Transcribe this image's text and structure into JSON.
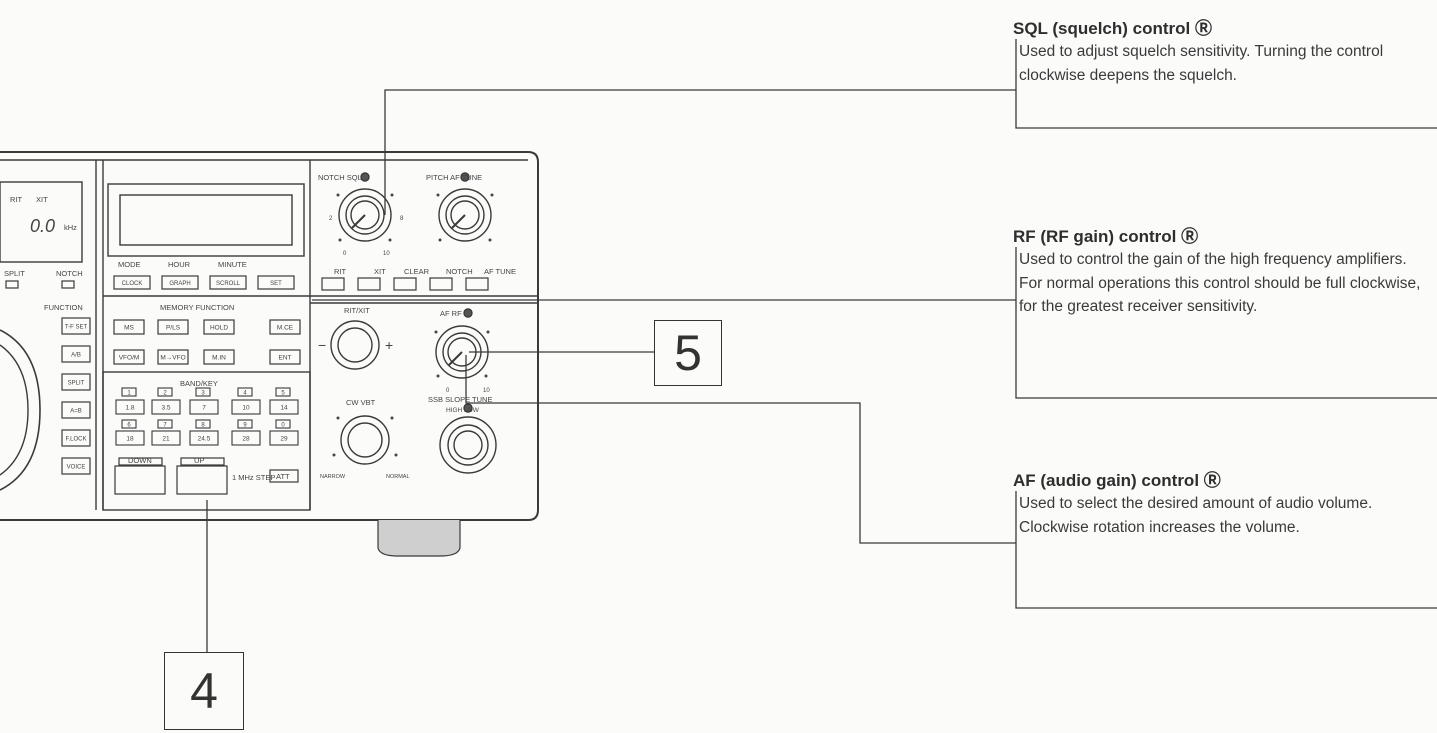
{
  "callouts": {
    "sql": {
      "title": "SQL (squelch) control Ⓡ",
      "body": "Used to adjust squelch sensitivity. Turning the control clockwise deepens the squelch."
    },
    "rf": {
      "title": "RF (RF gain) control Ⓡ",
      "body": "Used to control the gain of the high frequency amplifiers. For normal operations this control should be full clockwise, for the greatest receiver sensitivity."
    },
    "af": {
      "title": "AF (audio gain) control Ⓡ",
      "body": "Used to select the desired amount of audio volume. Clockwise rotation increases the volume."
    }
  },
  "labels": {
    "box4": "4",
    "box5": "5"
  },
  "panel": {
    "display": {
      "rit": "RIT",
      "xit": "XIT",
      "digits": "0.0",
      "khz": "kHz"
    },
    "row_labels": {
      "mode": "MODE",
      "hour": "HOUR",
      "minute": "MINUTE",
      "split": "SPLIT",
      "notch": "NOTCH"
    },
    "mode_buttons": [
      "CLOCK",
      "GRAPH",
      "SCROLL",
      "SET"
    ],
    "function_title": "FUNCTION",
    "function_buttons": [
      "T-F SET",
      "A/B",
      "SPLIT",
      "A=B",
      "F.LOCK",
      "VOICE"
    ],
    "memory_title": "MEMORY FUNCTION",
    "memory_row1": [
      "MS",
      "P/LS",
      "HOLD",
      "M.CE"
    ],
    "memory_row2": [
      "VFO/M",
      "M→VFO",
      "M.IN",
      "ENT"
    ],
    "band_title": "BAND/KEY",
    "band_row1": [
      "1.8",
      "3.5",
      "7",
      "10",
      "14"
    ],
    "band_row2": [
      "18",
      "21",
      "24.5",
      "28",
      "29"
    ],
    "band_digits": [
      "1",
      "2",
      "3",
      "4",
      "5",
      "6",
      "7",
      "8",
      "9",
      "0"
    ],
    "updown": [
      "DOWN",
      "UP"
    ],
    "step": "1 MHz STEP",
    "att": "ATT",
    "knobs": {
      "notch_sql": "NOTCH SQL",
      "pitch_af": "PITCH AF TUNE",
      "rit_xit": "RIT/XIT",
      "af_rf": "AF RF",
      "cw_vbt": "CW VBT",
      "ssb_slope": "SSB SLOPE TUNE",
      "high_low": "HIGH LOW",
      "narrow": "NARROW",
      "normal": "NORMAL"
    },
    "rit_row": [
      "RIT",
      "XIT",
      "CLEAR",
      "NOTCH",
      "AF TUNE"
    ],
    "scale": {
      "min": "0",
      "mid_left": "2",
      "mid_right": "8",
      "max": "10"
    },
    "plus": "+",
    "minus": "−"
  }
}
